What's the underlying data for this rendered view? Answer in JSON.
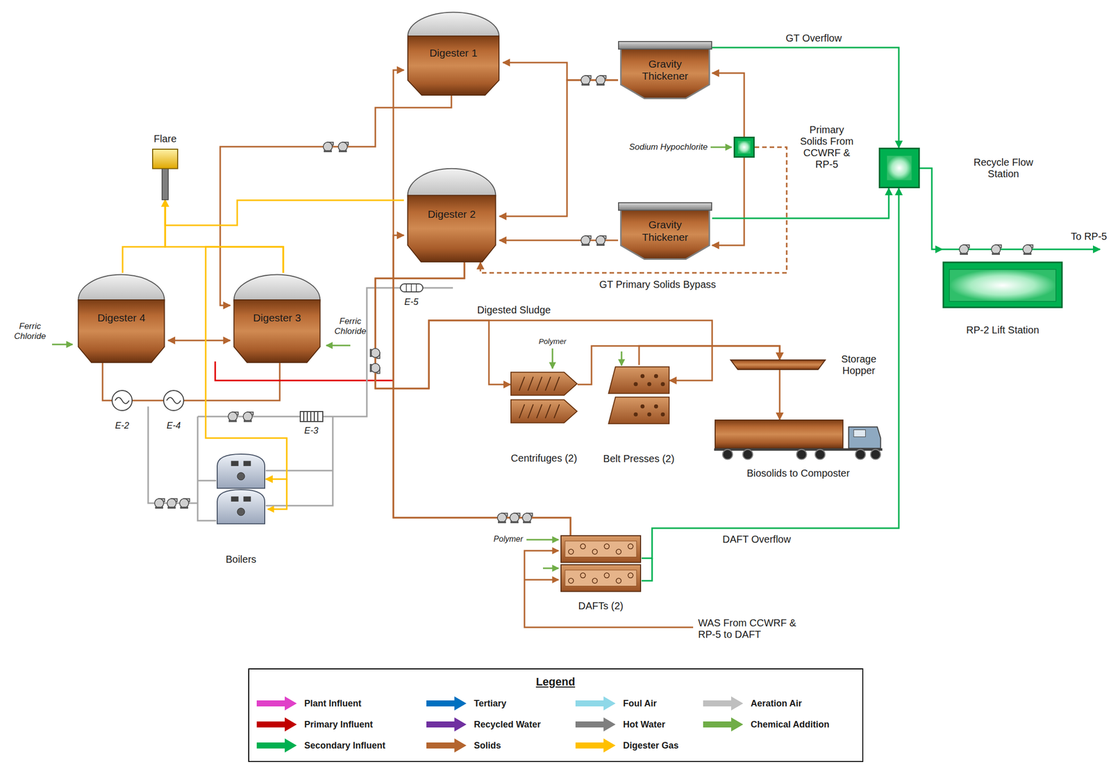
{
  "diagram": {
    "nodes": [
      {
        "text": [
          "Digester 1"
        ]
      },
      {
        "text": [
          "Gravity Thickener"
        ]
      },
      {
        "text": [
          "Primary Solids From CCWRF & RP-5"
        ]
      },
      {
        "text": [
          "Recycle Flow Station"
        ]
      },
      {
        "text": [
          "Digester 2"
        ]
      },
      {
        "text": [
          "Gravity Thickener"
        ]
      },
      {
        "text": [
          "Flare"
        ]
      },
      {
        "text": [
          "Digester 4"
        ]
      },
      {
        "text": [
          "Digester 3"
        ]
      },
      {
        "text": [
          "RP-2 Lift Station"
        ]
      },
      {
        "text": [
          "Centrifuges (2)"
        ]
      },
      {
        "text": [
          "Belt Presses (2)"
        ]
      },
      {
        "text": [
          "Storage Hopper"
        ]
      },
      {
        "text": [
          "Biosolids to Composter"
        ]
      },
      {
        "text": [
          "Boilers"
        ]
      },
      {
        "text": [
          "DAFTs (2)"
        ]
      }
    ],
    "edges": [
      {
        "from": 1,
        "to": 0,
        "arrow": "to"
      },
      {
        "from": 1,
        "to": 4,
        "arrow": "to"
      },
      {
        "from": 5,
        "to": 4,
        "arrow": "to"
      },
      {
        "from": 2,
        "to": 1,
        "arrow": "to"
      },
      {
        "from": 2,
        "to": 5,
        "arrow": "to"
      },
      {
        "from": 2,
        "to": 4,
        "label": "GT Primary Solids Bypass",
        "arrow": "to"
      },
      {
        "from": 1,
        "to": 3,
        "label": "GT Overflow",
        "arrow": "to"
      },
      {
        "from": 5,
        "to": 3,
        "arrow": "to"
      },
      {
        "from": 15,
        "to": 3,
        "label": "DAFT Overflow",
        "arrow": "to"
      },
      {
        "from": 3,
        "to": 9,
        "arrow": "to"
      },
      {
        "from": 7,
        "to": 8,
        "arrow": "both"
      },
      {
        "from": 0,
        "to": 8,
        "arrow": "to"
      },
      {
        "from": 15,
        "to": 0,
        "arrow": "to"
      },
      {
        "from": 15,
        "to": 4,
        "arrow": "to"
      },
      {
        "from": 4,
        "to": 10,
        "label": "Digested Sludge",
        "arrow": "to"
      },
      {
        "from": 4,
        "to": 11,
        "arrow": "to"
      },
      {
        "from": 10,
        "to": 12,
        "arrow": "to"
      },
      {
        "from": 11,
        "to": 12,
        "arrow": "to"
      },
      {
        "from": 12,
        "to": 13,
        "arrow": "to"
      },
      {
        "from": 7,
        "to": 6,
        "arrow": "to"
      },
      {
        "from": 8,
        "to": 6,
        "arrow": "to"
      },
      {
        "from": 4,
        "to": 6,
        "arrow": "to"
      },
      {
        "from": 8,
        "to": 14,
        "arrow": "to"
      }
    ],
    "labels": [
      "Sodium Hypochlorite",
      "Ferric Chloride",
      "Ferric Chloride",
      "E-5",
      "Polymer",
      "E-2",
      "E-4",
      "E-3",
      "To RP-5",
      "Polymer",
      "WAS From CCWRF & RP-5 to DAFT",
      "Legend"
    ],
    "legend": [
      {
        "text": "Plant Influent",
        "color": "#e040c8"
      },
      {
        "text": "Tertiary",
        "color": "#0070c0"
      },
      {
        "text": "Foul Air",
        "color": "#8ed8e8"
      },
      {
        "text": "Aeration Air",
        "color": "#bfbfbf"
      },
      {
        "text": "Primary Influent",
        "color": "#c00000"
      },
      {
        "text": "Recycled Water",
        "color": "#7030a0"
      },
      {
        "text": "Hot Water",
        "color": "#7f7f7f"
      },
      {
        "text": "Chemical Addition",
        "color": "#70ad47"
      },
      {
        "text": "Secondary Influent",
        "color": "#00b050"
      },
      {
        "text": "Solids",
        "color": "#b4652f"
      },
      {
        "text": "Digester Gas",
        "color": "#ffc000"
      }
    ]
  }
}
